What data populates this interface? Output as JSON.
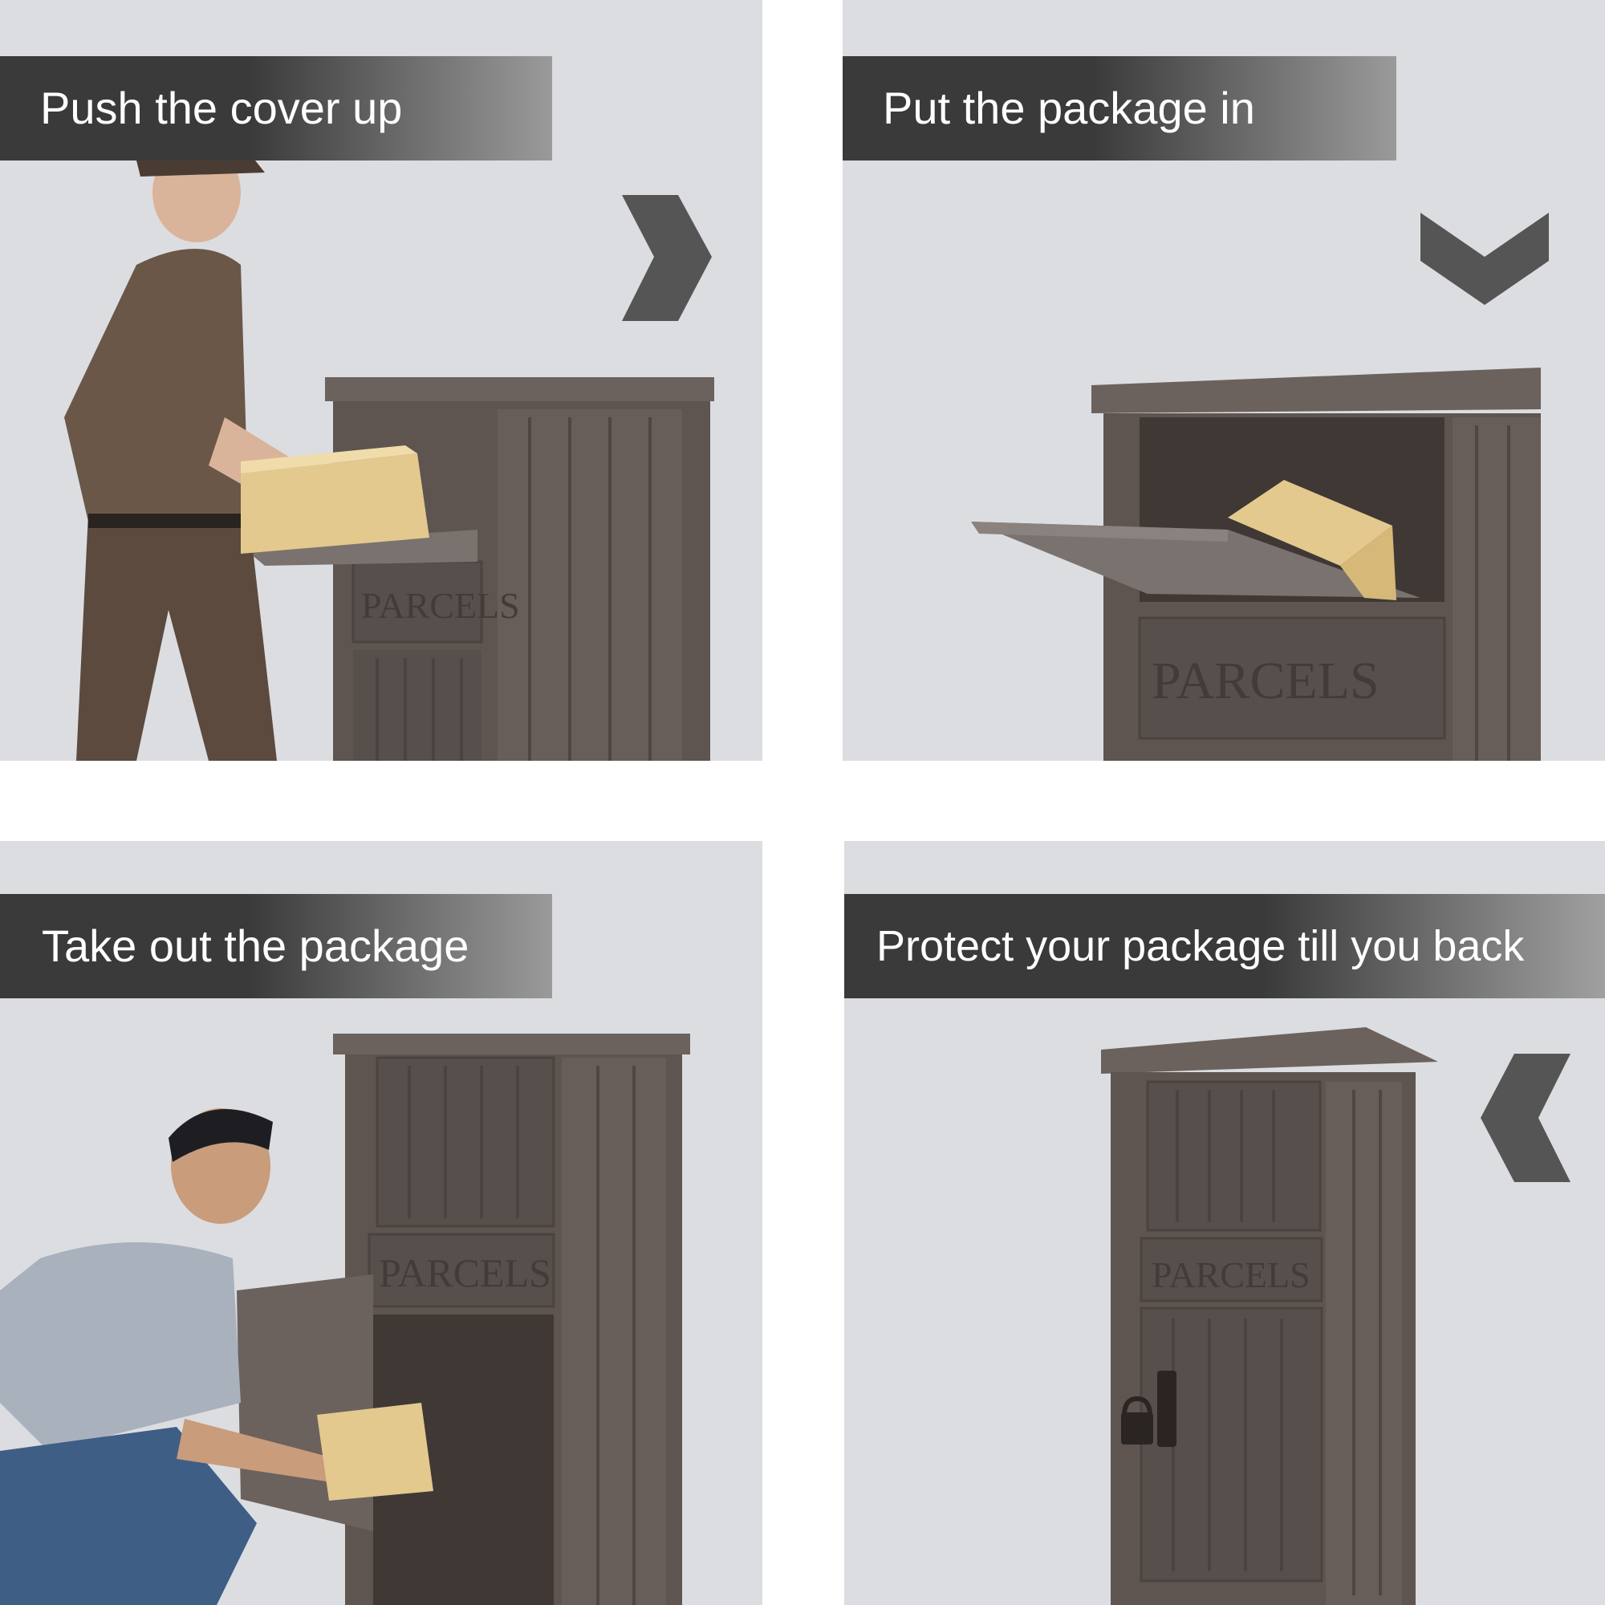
{
  "steps": [
    {
      "caption": "Push the cover up",
      "arrow": "chevron-right-icon"
    },
    {
      "caption": "Put the package in",
      "arrow": "chevron-down-icon"
    },
    {
      "caption": "Take out the package",
      "arrow": ""
    },
    {
      "caption": "Protect your package till you back",
      "arrow": "chevron-left-icon"
    }
  ],
  "box_label": "PARCELS",
  "colors": {
    "panel_bg": "#dcdde1",
    "banner_dark": "#3a3a3a",
    "box_brown": "#5e5551",
    "package_tan": "#e3c98e",
    "arrow_gray": "#555555"
  }
}
